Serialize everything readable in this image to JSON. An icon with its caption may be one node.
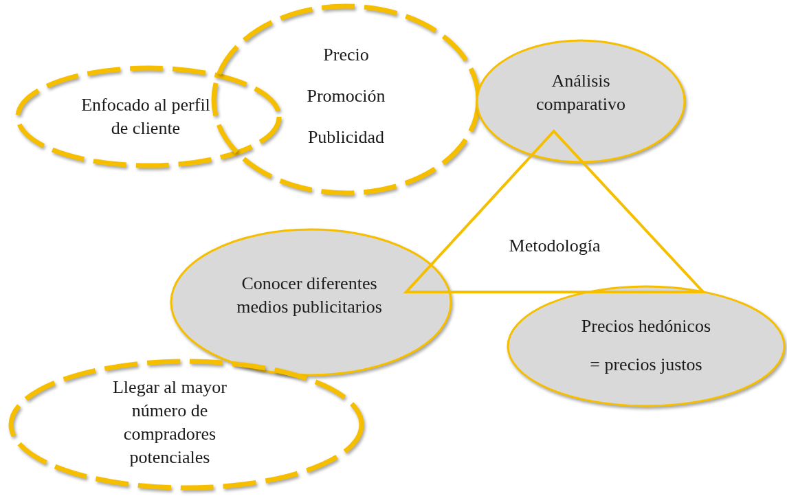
{
  "diagram": {
    "nodes": [
      {
        "text": [
          "Enfocado al perfil de cliente"
        ]
      },
      {
        "text": [
          "Precio",
          "Promoción",
          "Publicidad"
        ]
      },
      {
        "text": [
          "Análisis comparativo"
        ]
      },
      {
        "text": [
          "Metodología"
        ]
      },
      {
        "text": [
          "Conocer diferentes medios publicitarios"
        ]
      },
      {
        "text": [
          "Precios hedónicos",
          "= precios justos"
        ]
      },
      {
        "text": [
          "Llegar al mayor número de compradores potenciales"
        ]
      }
    ],
    "edges": []
  }
}
